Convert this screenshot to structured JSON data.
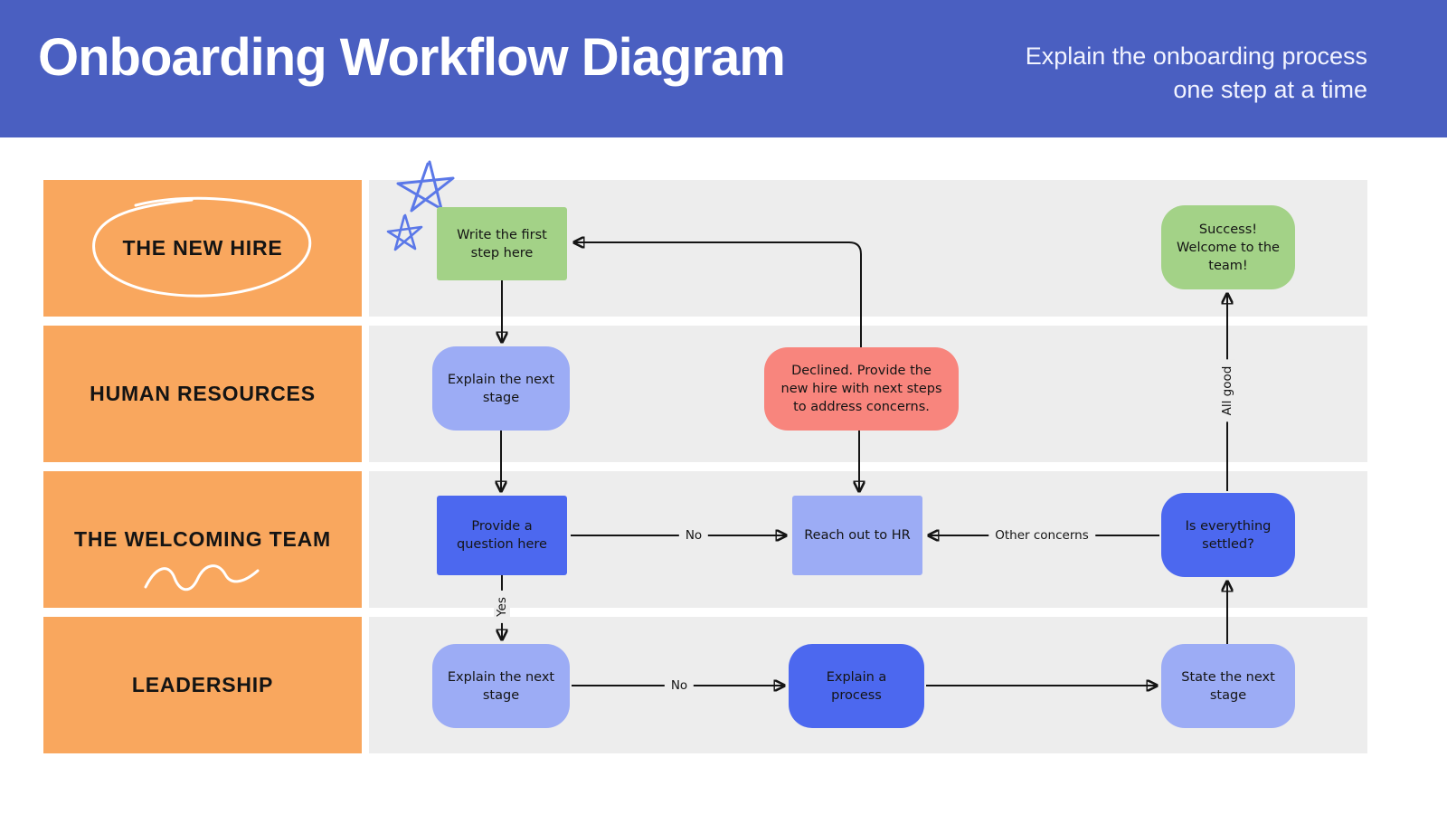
{
  "header": {
    "title": "Onboarding Workflow Diagram",
    "subtitle_line1": "Explain the onboarding process",
    "subtitle_line2": "one step at a time"
  },
  "lanes": [
    {
      "label": "THE NEW HIRE",
      "decoration": "hand-drawn-ellipse"
    },
    {
      "label": "HUMAN RESOURCES",
      "decoration": ""
    },
    {
      "label": "THE WELCOMING TEAM",
      "decoration": "hand-drawn-squiggle"
    },
    {
      "label": "LEADERSHIP",
      "decoration": ""
    }
  ],
  "nodes": [
    {
      "id": "start",
      "lane": "the-new-hire",
      "shape": "rect",
      "color": "green",
      "text": "Write the first step here"
    },
    {
      "id": "success",
      "lane": "the-new-hire",
      "shape": "rounded",
      "color": "green",
      "text": "Success! Welcome to the team!"
    },
    {
      "id": "hr-explain",
      "lane": "human-resources",
      "shape": "rounded",
      "color": "periwinkle",
      "text": "Explain the next stage"
    },
    {
      "id": "declined",
      "lane": "human-resources",
      "shape": "rounded",
      "color": "salmon",
      "text": "Declined. Provide the new hire with next steps to address concerns."
    },
    {
      "id": "question",
      "lane": "welcoming-team",
      "shape": "rect",
      "color": "blue",
      "text": "Provide a question here"
    },
    {
      "id": "reach-hr",
      "lane": "welcoming-team",
      "shape": "rect",
      "color": "periwinkle",
      "text": "Reach out to HR"
    },
    {
      "id": "settled",
      "lane": "welcoming-team",
      "shape": "rounded",
      "color": "blue",
      "text": "Is everything settled?"
    },
    {
      "id": "lead-explain",
      "lane": "leadership",
      "shape": "rounded",
      "color": "periwinkle",
      "text": "Explain the next stage"
    },
    {
      "id": "process",
      "lane": "leadership",
      "shape": "rounded",
      "color": "blue",
      "text": "Explain a process"
    },
    {
      "id": "state-next",
      "lane": "leadership",
      "shape": "rounded",
      "color": "periwinkle",
      "text": "State the next stage"
    }
  ],
  "edge_labels": {
    "no_question_to_reach": "No",
    "other_concerns": "Other concerns",
    "yes_question_down": "Yes",
    "no_explain_to_process": "No",
    "all_good": "All good"
  },
  "colors": {
    "header_bg": "#4a5fc1",
    "lane_label_bg": "#f9a75e",
    "lane_row_bg": "#ededed",
    "node_green": "#a3d287",
    "node_blue": "#4c68ef",
    "node_periwinkle": "#9cacf5",
    "node_salmon": "#f8857d",
    "scribble_blue": "#5b78e8",
    "connector": "#141414"
  }
}
